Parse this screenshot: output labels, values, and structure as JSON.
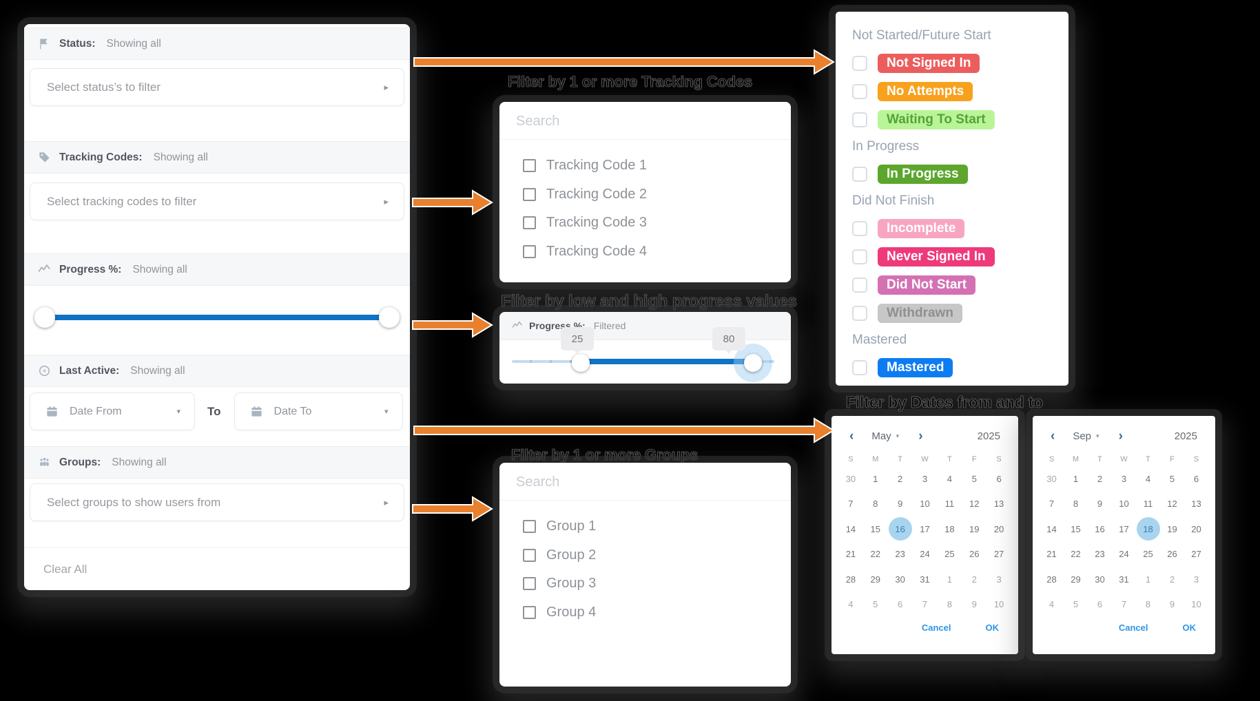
{
  "colors": {
    "slider_blue": "#1173c5",
    "arrow_orange": "#e8802d",
    "link_blue": "#2e95e6",
    "selected_day_bg": "#a8d4ef"
  },
  "annotations": {
    "tracking": "Filter by 1 or more Tracking Codes",
    "progress": "Filter by low and high progress values",
    "groups": "Filter by 1 or more Groups",
    "dates": "Filter by Dates from and to"
  },
  "filter_panel": {
    "status": {
      "label": "Status:",
      "value": "Showing all",
      "placeholder": "Select status’s to filter"
    },
    "tracking": {
      "label": "Tracking Codes:",
      "value": "Showing all",
      "placeholder": "Select tracking codes to filter"
    },
    "progress": {
      "label": "Progress %:",
      "value": "Showing all",
      "low_pct": 0,
      "high_pct": 100
    },
    "last_active": {
      "label": "Last Active:",
      "value": "Showing all",
      "date_from": "Date From",
      "to": "To",
      "date_to": "Date To"
    },
    "groups": {
      "label": "Groups:",
      "value": "Showing all",
      "placeholder": "Select groups to show users from"
    },
    "clear_all": "Clear All"
  },
  "tracking_popup": {
    "search_placeholder": "Search",
    "items": [
      "Tracking Code 1",
      "Tracking Code 2",
      "Tracking Code 3",
      "Tracking Code 4"
    ]
  },
  "progress_popup": {
    "label": "Progress %:",
    "value": "Filtered",
    "low": "25",
    "high": "80"
  },
  "groups_popup": {
    "search_placeholder": "Search",
    "items": [
      "Group 1",
      "Group 2",
      "Group 3",
      "Group 4"
    ]
  },
  "status_panel": {
    "groups": [
      {
        "header": "Not Started/Future Start",
        "items": [
          {
            "label": "Not Signed In",
            "bg": "#ec5d5d",
            "fg": "#ffffff"
          },
          {
            "label": "No Attempts",
            "bg": "#f8a11c",
            "fg": "#ffffff"
          },
          {
            "label": "Waiting To Start",
            "bg": "#b9f598",
            "fg": "#55a339"
          }
        ]
      },
      {
        "header": "In Progress",
        "items": [
          {
            "label": "In Progress",
            "bg": "#5ca62d",
            "fg": "#ffffff"
          }
        ]
      },
      {
        "header": "Did Not Finish",
        "items": [
          {
            "label": "Incomplete",
            "bg": "#f8a5c1",
            "fg": "#ffffff"
          },
          {
            "label": "Never Signed In",
            "bg": "#ee3a7a",
            "fg": "#ffffff"
          },
          {
            "label": "Did Not Start",
            "bg": "#d371b3",
            "fg": "#ffffff"
          },
          {
            "label": "Withdrawn",
            "bg": "#c7c7c7",
            "fg": "#8f8f8f"
          }
        ]
      },
      {
        "header": "Mastered",
        "items": [
          {
            "label": "Mastered",
            "bg": "#0d7cf2",
            "fg": "#ffffff"
          }
        ]
      }
    ]
  },
  "calendars": [
    {
      "nav_prev": "‹",
      "month": "May",
      "nav_next": "›",
      "year": "2025",
      "weekdays": [
        "S",
        "M",
        "T",
        "W",
        "T",
        "F",
        "S"
      ],
      "rows": [
        [
          30,
          1,
          2,
          3,
          4,
          5,
          6
        ],
        [
          7,
          8,
          9,
          10,
          11,
          12,
          13
        ],
        [
          14,
          15,
          16,
          17,
          18,
          19,
          20
        ],
        [
          21,
          22,
          23,
          24,
          25,
          26,
          27
        ],
        [
          28,
          29,
          30,
          31,
          1,
          2,
          3
        ],
        [
          4,
          5,
          6,
          7,
          8,
          9,
          10
        ]
      ],
      "selected": [
        2,
        2
      ],
      "muted": [
        [
          0,
          0
        ],
        [
          4,
          4
        ],
        [
          4,
          5
        ],
        [
          4,
          6
        ],
        [
          5,
          0
        ],
        [
          5,
          1
        ],
        [
          5,
          2
        ],
        [
          5,
          3
        ],
        [
          5,
          4
        ],
        [
          5,
          5
        ],
        [
          5,
          6
        ]
      ],
      "cancel": "Cancel",
      "ok": "OK"
    },
    {
      "nav_prev": "‹",
      "month": "Sep",
      "nav_next": "›",
      "year": "2025",
      "weekdays": [
        "S",
        "M",
        "T",
        "W",
        "T",
        "F",
        "S"
      ],
      "rows": [
        [
          30,
          1,
          2,
          3,
          4,
          5,
          6
        ],
        [
          7,
          8,
          9,
          10,
          11,
          12,
          13
        ],
        [
          14,
          15,
          16,
          17,
          18,
          19,
          20
        ],
        [
          21,
          22,
          23,
          24,
          25,
          26,
          27
        ],
        [
          28,
          29,
          30,
          31,
          1,
          2,
          3
        ],
        [
          4,
          5,
          6,
          7,
          8,
          9,
          10
        ]
      ],
      "selected": [
        2,
        4
      ],
      "muted": [
        [
          0,
          0
        ],
        [
          4,
          4
        ],
        [
          4,
          5
        ],
        [
          4,
          6
        ],
        [
          5,
          0
        ],
        [
          5,
          1
        ],
        [
          5,
          2
        ],
        [
          5,
          3
        ],
        [
          5,
          4
        ],
        [
          5,
          5
        ],
        [
          5,
          6
        ]
      ],
      "cancel": "Cancel",
      "ok": "OK"
    }
  ]
}
